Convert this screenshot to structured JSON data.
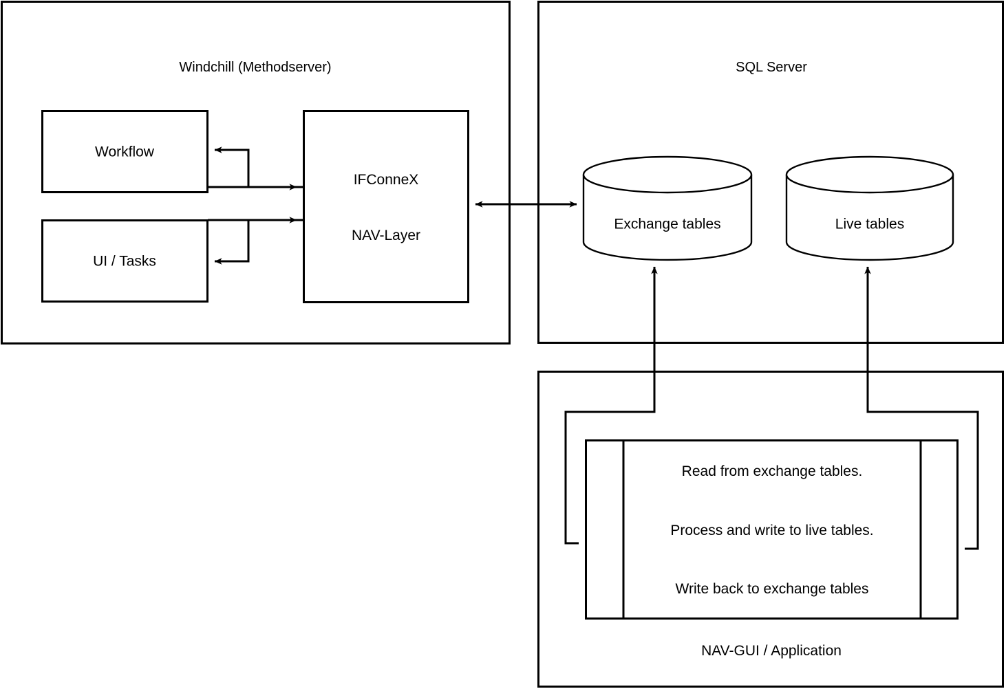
{
  "diagram": {
    "title": "Windchill / SQL Server / NAV-GUI integration architecture",
    "stroke_color": "#000000",
    "background_color": "#ffffff",
    "text_color": "#000000"
  },
  "panels": {
    "windchill": {
      "title": "Windchill (Methodserver)",
      "boxes": {
        "workflow": {
          "label": "Workflow"
        },
        "ui_tasks": {
          "label": "UI / Tasks"
        },
        "ifconnex": {
          "label": "IFConneX\nNAV-Layer",
          "line1": "IFConneX",
          "line2": "NAV-Layer"
        }
      }
    },
    "sql_server": {
      "title": "SQL Server",
      "cylinders": {
        "exchange": {
          "label": "Exchange tables"
        },
        "live": {
          "label": "Live tables"
        }
      }
    },
    "nav_gui": {
      "title": "NAV-GUI / Application",
      "process": {
        "line1": "Read from exchange tables.",
        "line2": "Process and write to live tables.",
        "line3": "Write back to exchange tables"
      }
    }
  },
  "connectors": [
    {
      "name": "ifconnex-to-workflow",
      "from": "IFConneX NAV-Layer",
      "to": "Workflow",
      "direction": "one-way"
    },
    {
      "name": "workflow-to-ifconnex",
      "from": "Workflow",
      "to": "IFConneX NAV-Layer",
      "direction": "one-way"
    },
    {
      "name": "ui-tasks-to-ifconnex",
      "from": "UI / Tasks",
      "to": "IFConneX NAV-Layer",
      "direction": "one-way"
    },
    {
      "name": "ifconnex-to-ui-tasks",
      "from": "IFConneX NAV-Layer",
      "to": "UI / Tasks",
      "direction": "one-way"
    },
    {
      "name": "ifconnex-to-exchange-tables",
      "from": "IFConneX NAV-Layer",
      "to": "Exchange tables",
      "direction": "bidirectional"
    },
    {
      "name": "nav-gui-to-exchange-tables",
      "from": "NAV-GUI / Application",
      "to": "Exchange tables",
      "direction": "one-way"
    },
    {
      "name": "nav-gui-to-live-tables",
      "from": "NAV-GUI / Application",
      "to": "Live tables",
      "direction": "one-way"
    }
  ]
}
